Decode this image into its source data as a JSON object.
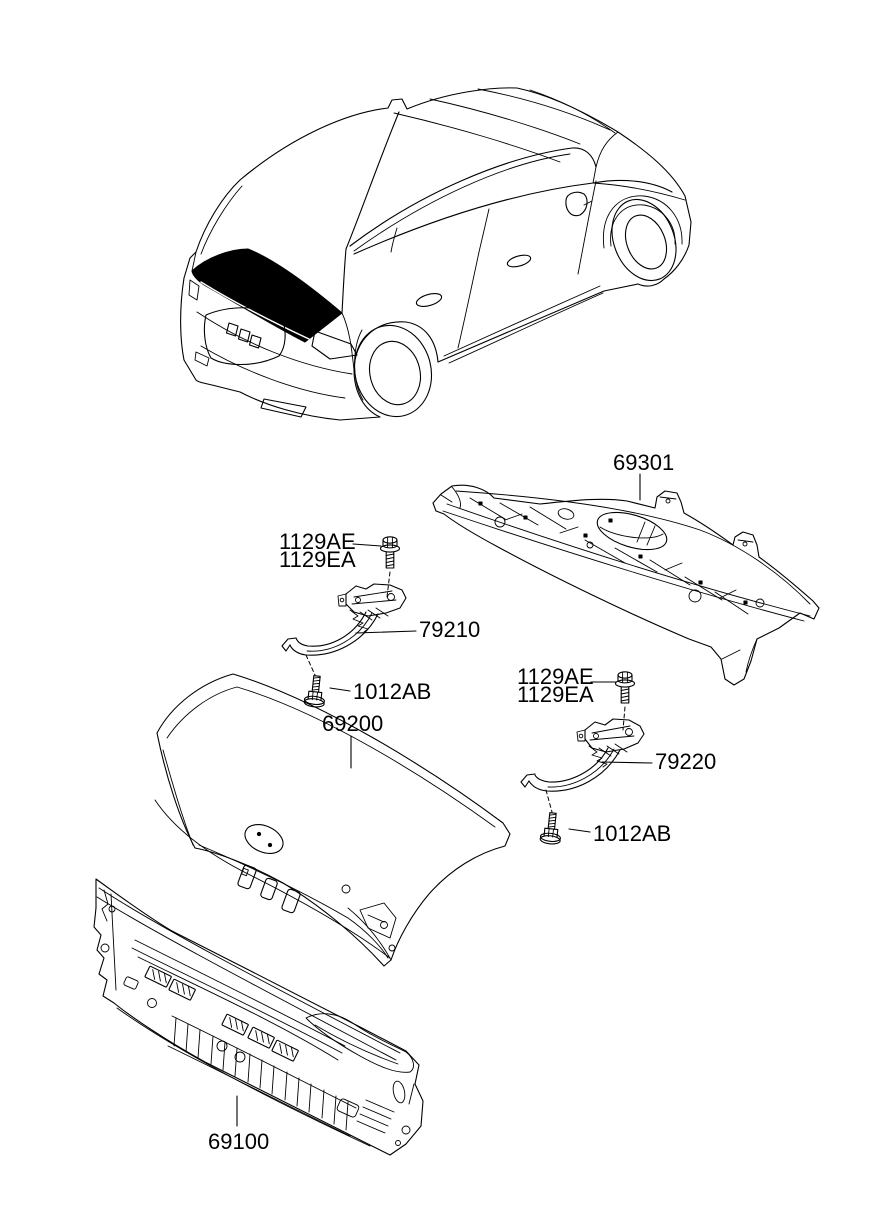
{
  "page": {
    "background": "#ffffff",
    "line_color": "#000000",
    "text_color": "#000000",
    "trunk_highlight_color": "#000000"
  },
  "callouts": {
    "package_tray_panel": "69301",
    "hinge_bolt_left_line1": "1129AE",
    "hinge_bolt_left_line2": "1129EA",
    "trunk_hinge_left": "79210",
    "arm_bolt_left": "1012AB",
    "trunk_lid_panel": "69200",
    "hinge_bolt_right_line1": "1129AE",
    "hinge_bolt_right_line2": "1129EA",
    "trunk_hinge_right": "79220",
    "arm_bolt_right": "1012AB",
    "back_panel": "69100"
  }
}
